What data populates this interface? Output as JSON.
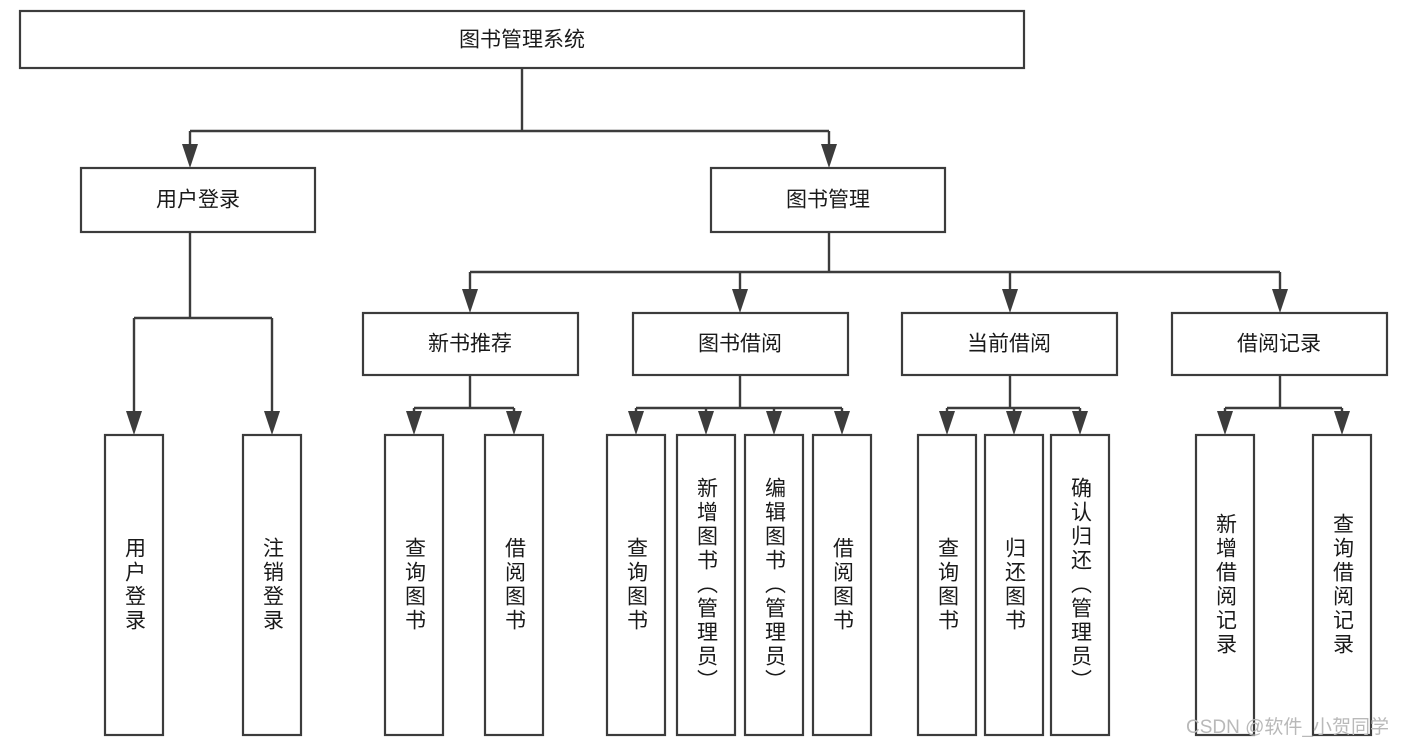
{
  "diagram": {
    "type": "tree-hierarchy-diagram",
    "root": {
      "label": "图书管理系统",
      "orientation": "horizontal"
    },
    "level1": [
      {
        "label": "用户登录",
        "orientation": "horizontal"
      },
      {
        "label": "图书管理",
        "orientation": "horizontal"
      }
    ],
    "level2": [
      {
        "label": "新书推荐",
        "orientation": "horizontal",
        "parent": "图书管理"
      },
      {
        "label": "图书借阅",
        "orientation": "horizontal",
        "parent": "图书管理"
      },
      {
        "label": "当前借阅",
        "orientation": "horizontal",
        "parent": "图书管理"
      },
      {
        "label": "借阅记录",
        "orientation": "horizontal",
        "parent": "图书管理"
      }
    ],
    "leaves": [
      {
        "label": "用户登录",
        "orientation": "vertical",
        "parent": "用户登录"
      },
      {
        "label": "注销登录",
        "orientation": "vertical",
        "parent": "用户登录"
      },
      {
        "label": "查询图书",
        "orientation": "vertical",
        "parent": "新书推荐"
      },
      {
        "label": "借阅图书",
        "orientation": "vertical",
        "parent": "新书推荐"
      },
      {
        "label": "查询图书",
        "orientation": "vertical",
        "parent": "图书借阅"
      },
      {
        "label": "新增图书（管理员）",
        "orientation": "vertical",
        "parent": "图书借阅"
      },
      {
        "label": "编辑图书（管理员）",
        "orientation": "vertical",
        "parent": "图书借阅"
      },
      {
        "label": "借阅图书",
        "orientation": "vertical",
        "parent": "图书借阅"
      },
      {
        "label": "查询图书",
        "orientation": "vertical",
        "parent": "当前借阅"
      },
      {
        "label": "归还图书",
        "orientation": "vertical",
        "parent": "当前借阅"
      },
      {
        "label": "确认归还（管理员）",
        "orientation": "vertical",
        "parent": "当前借阅"
      },
      {
        "label": "新增借阅记录",
        "orientation": "vertical",
        "parent": "借阅记录"
      },
      {
        "label": "查询借阅记录",
        "orientation": "vertical",
        "parent": "借阅记录"
      }
    ],
    "colors": {
      "box_stroke": "#3c3c3c",
      "box_fill": "#ffffff",
      "text": "#1a1a1a",
      "connector": "#3c3c3c",
      "watermark": "#b9b9b9",
      "background": "#ffffff"
    }
  },
  "watermark": {
    "text": "CSDN @软件_小贺同学"
  }
}
